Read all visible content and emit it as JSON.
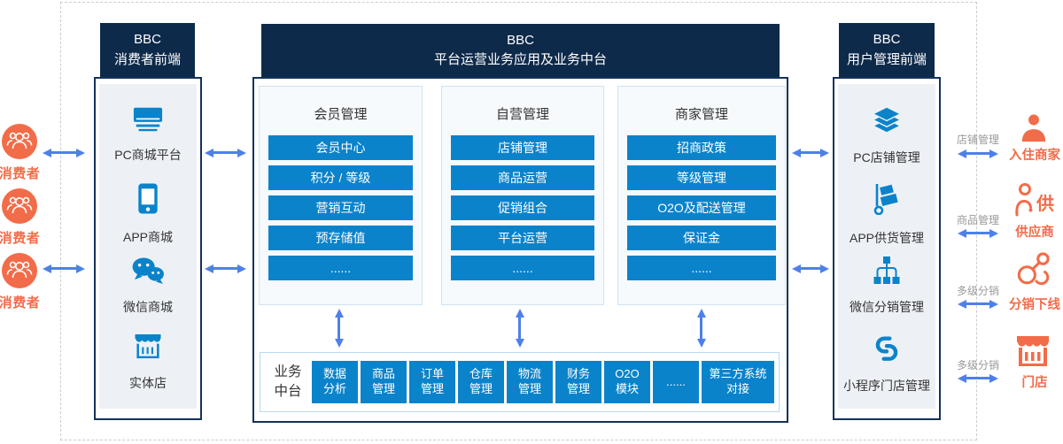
{
  "colors": {
    "navy": "#0e2a4a",
    "accent_blue": "#0b83cb",
    "orange": "#f26c49",
    "arrow_blue": "#4e80ea"
  },
  "consumers": [
    {
      "label": "消费者"
    },
    {
      "label": "消费者"
    },
    {
      "label": "消费者"
    }
  ],
  "left_panel": {
    "title_line1": "BBC",
    "title_line2": "消费者前端",
    "items": [
      {
        "icon": "monitor-icon",
        "label": "PC商城平台"
      },
      {
        "icon": "smartphone-icon",
        "label": "APP商城"
      },
      {
        "icon": "wechat-icon",
        "label": "微信商城"
      },
      {
        "icon": "store-icon",
        "label": "实体店"
      }
    ]
  },
  "center_panel": {
    "title_line1": "BBC",
    "title_line2": "平台运营业务应用及业务中台",
    "groups": [
      {
        "title": "会员管理",
        "items": [
          "会员中心",
          "积分 / 等级",
          "营销互动",
          "预存储值",
          "......"
        ]
      },
      {
        "title": "自营管理",
        "items": [
          "店铺管理",
          "商品运营",
          "促销组合",
          "平台运营",
          "......"
        ]
      },
      {
        "title": "商家管理",
        "items": [
          "招商政策",
          "等级管理",
          "O2O及配送管理",
          "保证金",
          "......"
        ]
      }
    ],
    "middle_platform": {
      "label": "业务\n中台",
      "modules": [
        "数据\n分析",
        "商品\n管理",
        "订单\n管理",
        "仓库\n管理",
        "物流\n管理",
        "财务\n管理",
        "O2O\n模块",
        "......",
        "第三方系统\n对接"
      ]
    }
  },
  "right_panel": {
    "title_line1": "BBC",
    "title_line2": "用户管理前端",
    "items": [
      {
        "icon": "layers-icon",
        "label": "PC店铺管理"
      },
      {
        "icon": "trolley-icon",
        "label": "APP供货管理"
      },
      {
        "icon": "hierarchy-icon",
        "label": "微信分销管理"
      },
      {
        "icon": "miniprogram-icon",
        "label": "小程序门店管理"
      }
    ]
  },
  "external_roles": [
    {
      "relation": "店铺管理",
      "label": "入住商家",
      "icon": "merchant-icon"
    },
    {
      "relation": "商品管理",
      "label": "供应商",
      "icon": "supplier-icon",
      "icon_text": "供"
    },
    {
      "relation": "多级分销",
      "label": "分销下线",
      "icon": "share-icon"
    },
    {
      "relation": "多级分销",
      "label": "门店",
      "icon": "shop-icon"
    }
  ]
}
